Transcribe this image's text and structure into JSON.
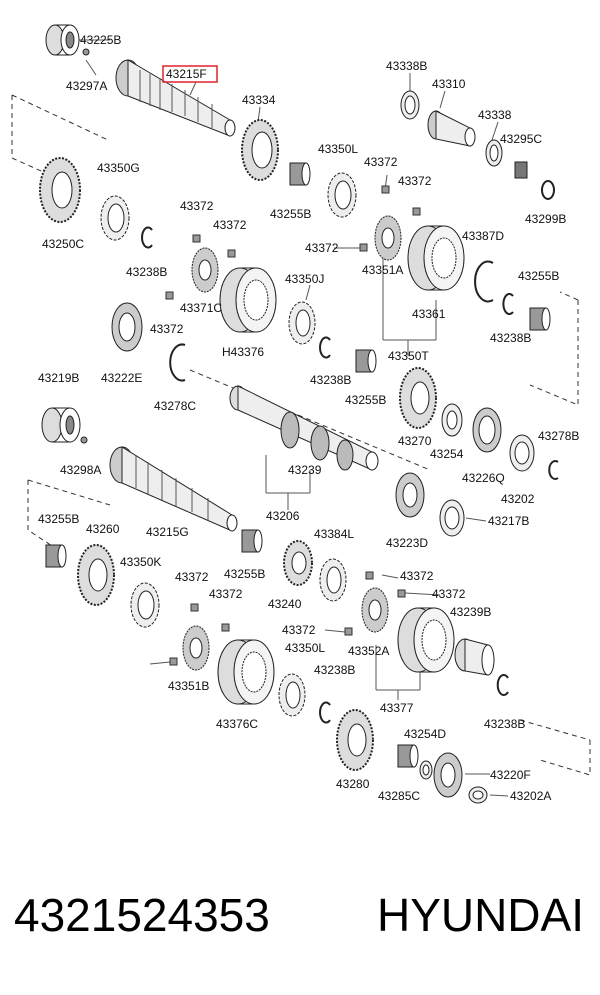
{
  "diagram": {
    "highlight_color": "#e0232c",
    "highlighted_label": "43215F",
    "labels": [
      "43225B",
      "43297A",
      "43215F",
      "43338B",
      "43310",
      "43334",
      "43338",
      "43295C",
      "43350G",
      "43350L",
      "43372",
      "43372",
      "43299B",
      "43250C",
      "43372",
      "43255B",
      "43372",
      "43387D",
      "43238B",
      "43372",
      "43351A",
      "43255B",
      "43371C",
      "43350J",
      "43372",
      "43361",
      "43238B",
      "43222E",
      "H43376",
      "43350T",
      "43219B",
      "43238B",
      "43278C",
      "43255B",
      "43270",
      "43278B",
      "43254",
      "43298A",
      "43239",
      "43226Q",
      "43202",
      "43206",
      "43255B",
      "43260",
      "43215G",
      "43223D",
      "43217B",
      "43384L",
      "43350K",
      "43372",
      "43372",
      "43255B",
      "43240",
      "43372",
      "43239B",
      "43372",
      "43372",
      "43350L",
      "43352A",
      "43351B",
      "43238B",
      "43377",
      "43238B",
      "43376C",
      "43254D",
      "43220F",
      "43280",
      "43285C",
      "43202A"
    ]
  },
  "footer": {
    "part_number": "4321524353",
    "brand": "HYUNDAI"
  }
}
